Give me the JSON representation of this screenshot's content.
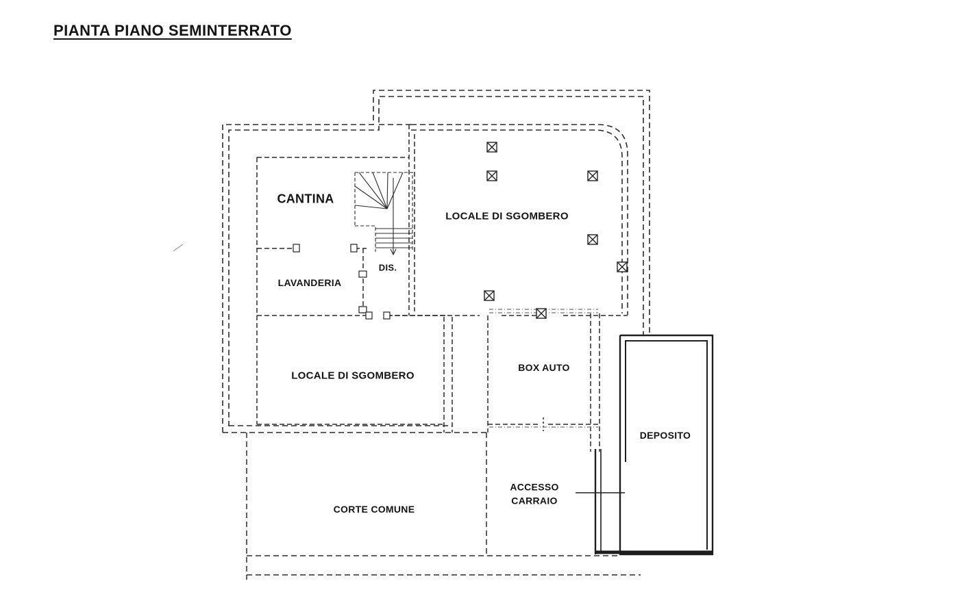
{
  "title": "PIANTA PIANO SEMINTERRATO",
  "rooms": {
    "cantina": "CANTINA",
    "dis": "DIS.",
    "locale_sgombero_top": "LOCALE DI SGOMBERO",
    "lavanderia": "LAVANDERIA",
    "locale_sgombero_bottom": "LOCALE DI SGOMBERO",
    "box_auto": "BOX AUTO",
    "deposito": "DEPOSITO",
    "corte_comune": "CORTE COMUNE",
    "accesso_carraio": "ACCESSO\nCARRAIO"
  }
}
